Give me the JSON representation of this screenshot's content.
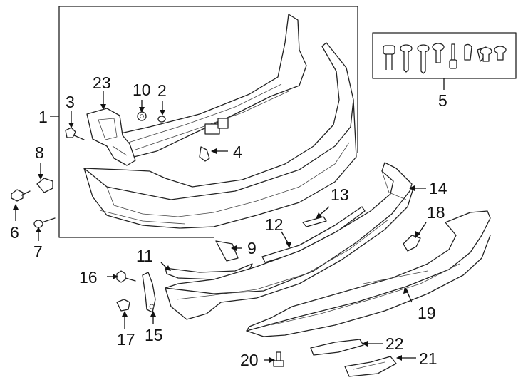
{
  "diagram": {
    "callouts": [
      {
        "id": "c1",
        "text": "1"
      },
      {
        "id": "c2",
        "text": "2"
      },
      {
        "id": "c3",
        "text": "3"
      },
      {
        "id": "c4",
        "text": "4"
      },
      {
        "id": "c5",
        "text": "5"
      },
      {
        "id": "c6",
        "text": "6"
      },
      {
        "id": "c7",
        "text": "7"
      },
      {
        "id": "c8",
        "text": "8"
      },
      {
        "id": "c9",
        "text": "9"
      },
      {
        "id": "c10",
        "text": "10"
      },
      {
        "id": "c11",
        "text": "11"
      },
      {
        "id": "c12",
        "text": "12"
      },
      {
        "id": "c13",
        "text": "13"
      },
      {
        "id": "c14",
        "text": "14"
      },
      {
        "id": "c15",
        "text": "15"
      },
      {
        "id": "c16",
        "text": "16"
      },
      {
        "id": "c17",
        "text": "17"
      },
      {
        "id": "c18",
        "text": "18"
      },
      {
        "id": "c19",
        "text": "19"
      },
      {
        "id": "c20",
        "text": "20"
      },
      {
        "id": "c21",
        "text": "21"
      },
      {
        "id": "c22",
        "text": "22"
      },
      {
        "id": "c23",
        "text": "23"
      }
    ]
  }
}
